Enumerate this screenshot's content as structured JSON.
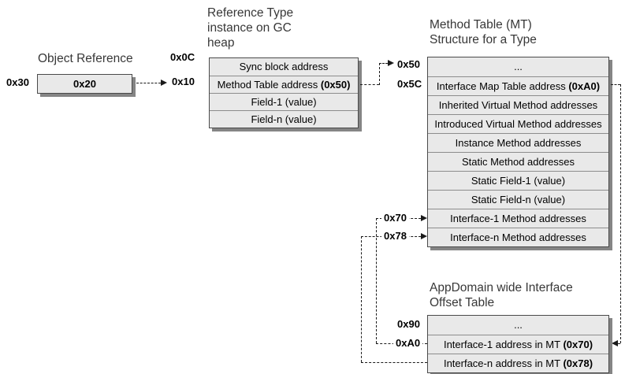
{
  "object_reference": {
    "title": "Object Reference",
    "address": "0x30",
    "value": "0x20"
  },
  "gc_instance": {
    "title_lines": [
      "Reference Type",
      "instance on GC",
      "heap"
    ],
    "address_sync": "0x0C",
    "address_mt": "0x10",
    "rows": [
      {
        "text": "Sync block address"
      },
      {
        "text": "Method Table address ",
        "suffix": "(0x50)"
      },
      {
        "text": "Field-1 (value)"
      },
      {
        "text": "Field-n (value)"
      }
    ]
  },
  "method_table": {
    "title_lines": [
      "Method Table (MT)",
      "Structure for a Type"
    ],
    "address_start": "0x50",
    "address_map": "0x5C",
    "address_if1": "0x70",
    "address_ifn": "0x78",
    "rows": [
      {
        "text": "..."
      },
      {
        "text": "Interface Map Table address ",
        "suffix": "(0xA0)"
      },
      {
        "text": "Inherited Virtual Method addresses"
      },
      {
        "text": "Introduced Virtual Method addresses"
      },
      {
        "text": "Instance Method addresses"
      },
      {
        "text": "Static Method addresses"
      },
      {
        "text": "Static Field-1 (value)"
      },
      {
        "text": "Static Field-n (value)"
      },
      {
        "text": "Interface-1 Method addresses"
      },
      {
        "text": "Interface-n Method addresses"
      }
    ]
  },
  "offset_table": {
    "title_lines": [
      "AppDomain wide Interface",
      "Offset Table"
    ],
    "address_start": "0x90",
    "address_if1": "0xA0",
    "rows": [
      {
        "text": "..."
      },
      {
        "text": "Interface-1 address in MT ",
        "suffix": "(0x70)"
      },
      {
        "text": "Interface-n address in MT ",
        "suffix": "(0x78)"
      }
    ]
  },
  "colors": {
    "row_fill": "#e9e9e9",
    "row_border": "#8c8c8c",
    "outer_border": "#4a4a4a",
    "shadow": "#858585",
    "connector": "#1a1a1a",
    "background": "#ffffff"
  }
}
